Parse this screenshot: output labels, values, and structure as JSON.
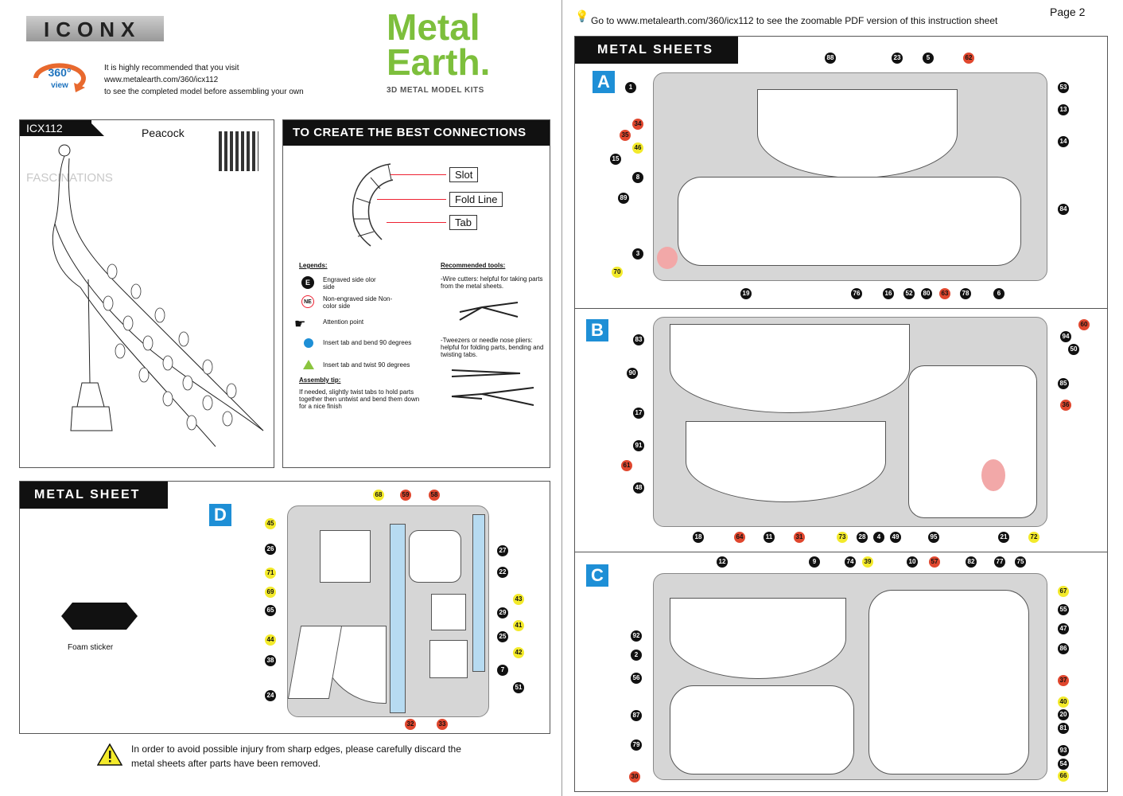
{
  "left": {
    "brand": "ICONX",
    "intro_line1": "It is highly recommended that you visit",
    "intro_line2": "www.metalearth.com/360/icx112",
    "intro_line3": "to see the completed model before assembling your own",
    "view360": "360° view",
    "logo_line1": "Metal",
    "logo_line2": "Earth.",
    "logo_tag": "3D METAL MODEL KITS",
    "model_code": "ICX112",
    "model_name": "Peacock",
    "watermark": "FASCINATIONS",
    "connections_title": "TO CREATE THE BEST CONNECTIONS",
    "slot": "Slot",
    "fold": "Fold Line",
    "tab": "Tab",
    "legends_title": "Legends:",
    "legend_e": "Engraved side olor side",
    "legend_ne": "Non-engraved side Non-color side",
    "legend_attention": "Attention point",
    "legend_blue": "Insert tab and bend 90 degrees",
    "legend_green": "Insert tab and twist 90 degrees",
    "tip_title": "Assembly tip:",
    "tip_text": "If needed, slightly twist tabs to hold parts together then untwist and bend them down for a nice finish",
    "tools_title": "Recommended tools:",
    "tool1": "-Wire cutters: helpful for taking parts from the metal sheets.",
    "tool2": "-Tweezers or needle nose pliers: helpful for folding parts, bending and twisting tabs.",
    "metal_sheet_title": "METAL SHEET",
    "sheet_d": "D",
    "foam": "Foam sticker",
    "warning": "In order to avoid possible injury from sharp edges, please carefully discard the metal sheets after parts have been removed."
  },
  "right": {
    "page": "Page 2",
    "zoom_note": "Go to www.metalearth.com/360/icx112 to see the zoomable PDF version of this instruction sheet",
    "title": "METAL SHEETS",
    "sheet_a": "A",
    "sheet_b": "B",
    "sheet_c": "C"
  },
  "colors": {
    "blue": "#1e8fd6",
    "red": "#e0472e",
    "yellow": "#f3ea2b",
    "green": "#8bc53f"
  }
}
